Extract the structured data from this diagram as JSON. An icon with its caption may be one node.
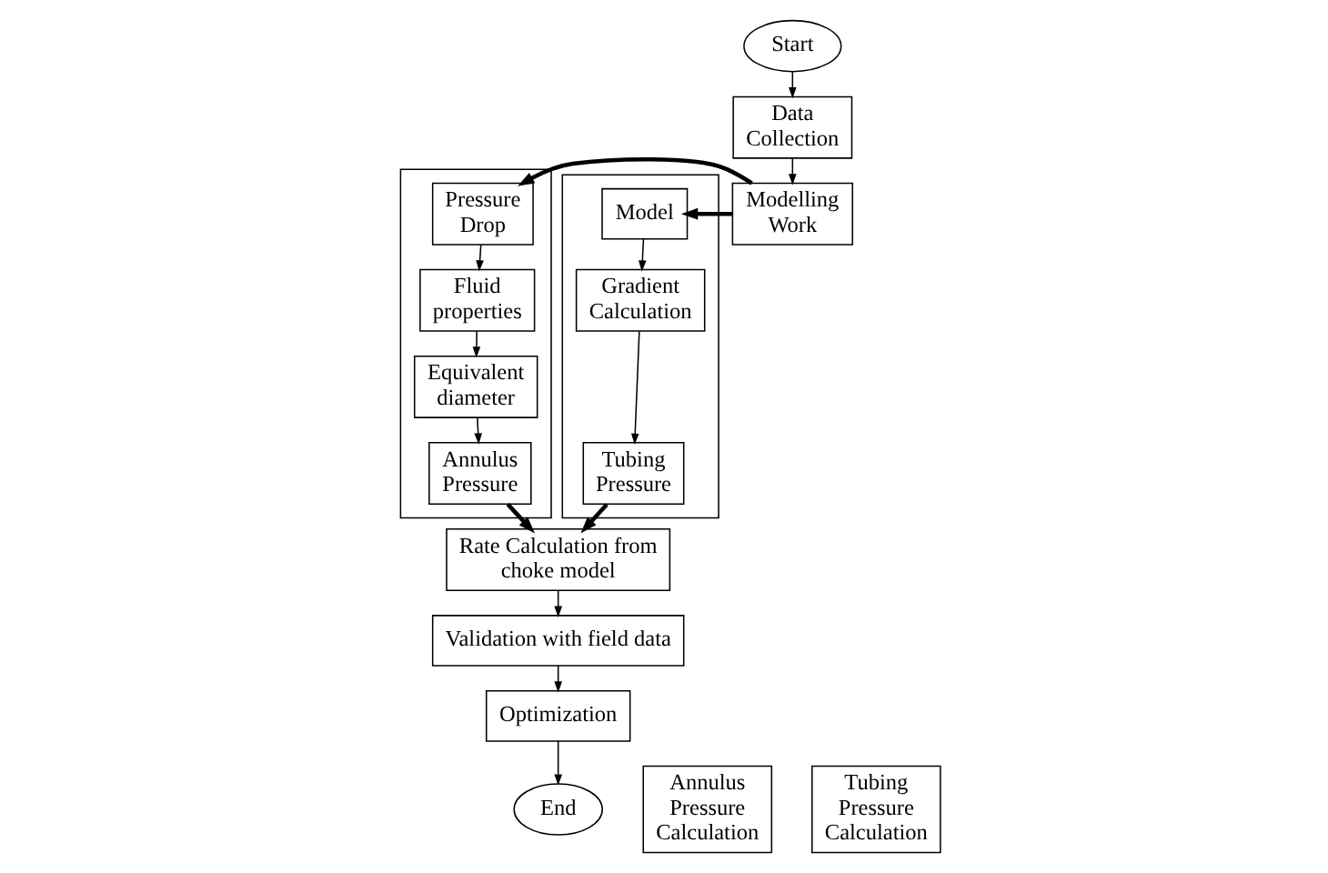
{
  "diagram": {
    "nodes": [
      {
        "text": [
          "Start"
        ]
      },
      {
        "text": [
          "Data Collection"
        ]
      },
      {
        "text": [
          "Modelling Work"
        ]
      },
      {
        "text": [],
        "shape": "box"
      },
      {
        "text": [
          "Pressure Drop"
        ],
        "in": 3
      },
      {
        "text": [
          "Fluid properties"
        ],
        "in": 3
      },
      {
        "text": [
          "Equivalent diameter"
        ],
        "in": 3
      },
      {
        "text": [
          "Annulus Pressure"
        ],
        "in": 3
      },
      {
        "text": [],
        "shape": "box"
      },
      {
        "text": [
          "Model"
        ],
        "in": 8
      },
      {
        "text": [
          "Gradient Calculation"
        ],
        "in": 8
      },
      {
        "text": [
          "Tubing Pressure"
        ],
        "in": 8
      },
      {
        "text": [
          "Rate Calculation from choke model"
        ]
      },
      {
        "text": [
          "Validation with field data"
        ]
      },
      {
        "text": [
          "Optimization"
        ]
      },
      {
        "text": [
          "End"
        ]
      },
      {
        "text": [
          "Annulus Pressure Calculation"
        ]
      },
      {
        "text": [
          "Tubing Pressure Calculation"
        ]
      }
    ],
    "edges": [
      {
        "from": 0,
        "to": 1,
        "arrow": "to"
      },
      {
        "from": 1,
        "to": 2,
        "arrow": "to"
      },
      {
        "from": 2,
        "to": 4,
        "arrow": "to",
        "style": "thick"
      },
      {
        "from": 2,
        "to": 9,
        "arrow": "to",
        "style": "thick"
      },
      {
        "from": 4,
        "to": 5,
        "arrow": "to"
      },
      {
        "from": 5,
        "to": 6,
        "arrow": "to"
      },
      {
        "from": 6,
        "to": 7,
        "arrow": "to"
      },
      {
        "from": 9,
        "to": 10,
        "arrow": "to"
      },
      {
        "from": 10,
        "to": 11,
        "arrow": "to"
      },
      {
        "from": 7,
        "to": 12,
        "arrow": "to",
        "style": "thick"
      },
      {
        "from": 11,
        "to": 12,
        "arrow": "to",
        "style": "thick"
      },
      {
        "from": 12,
        "to": 13,
        "arrow": "to"
      },
      {
        "from": 13,
        "to": 14,
        "arrow": "to"
      },
      {
        "from": 14,
        "to": 15,
        "arrow": "to"
      }
    ]
  }
}
